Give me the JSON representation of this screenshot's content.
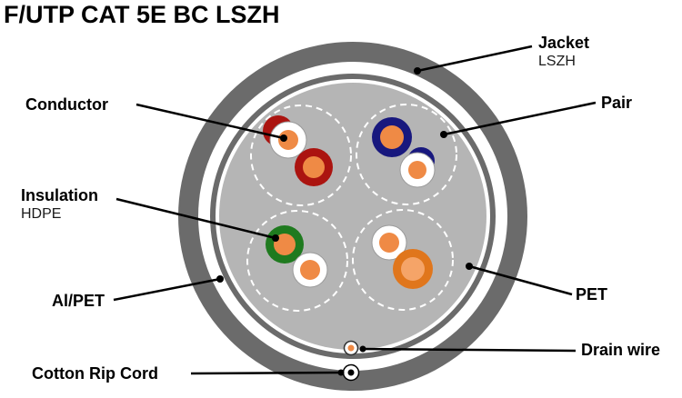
{
  "title": "F/UTP CAT 5E BC LSZH",
  "callouts": {
    "jacket": {
      "label": "Jacket",
      "value": "LSZH"
    },
    "pair": {
      "label": "Pair"
    },
    "conductor": {
      "label": "Conductor"
    },
    "insulation": {
      "label": "Insulation",
      "value": "HDPE"
    },
    "al_pet": {
      "label": "Al/PET"
    },
    "pet": {
      "label": "PET"
    },
    "drain_wire": {
      "label": "Drain wire"
    },
    "cotton_rip_cord": {
      "label": "Cotton Rip Cord"
    }
  },
  "colors": {
    "jacket_gray": "#6b6b6b",
    "filler_gray": "#b5b5b5",
    "white": "#ffffff",
    "copper": "#ef8a45",
    "copper_light": "#f5a468",
    "pair_red": "#ab1410",
    "pair_blue": "#18187e",
    "pair_green": "#1f7a1f",
    "pair_orange": "#e0761c",
    "line_black": "#000000"
  }
}
